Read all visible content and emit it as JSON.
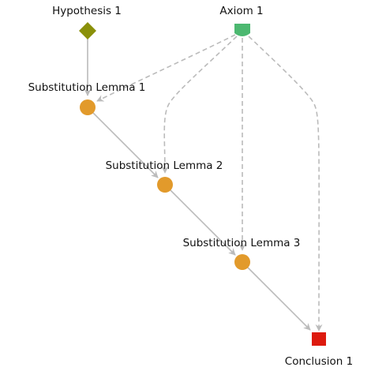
{
  "nodes": {
    "hypothesis_1": {
      "label": "Hypothesis 1",
      "shape": "diamond",
      "color": "#8a9009"
    },
    "axiom_1": {
      "label": "Axiom 1",
      "shape": "shield",
      "color": "#4cb870"
    },
    "lemma_1": {
      "label": "Substitution Lemma 1",
      "shape": "circle",
      "color": "#e29a2b"
    },
    "lemma_2": {
      "label": "Substitution Lemma 2",
      "shape": "circle",
      "color": "#e29a2b"
    },
    "lemma_3": {
      "label": "Substitution Lemma 3",
      "shape": "circle",
      "color": "#e29a2b"
    },
    "conclusion_1": {
      "label": "Conclusion 1",
      "shape": "square",
      "color": "#dd1a0e"
    }
  },
  "edges": [
    {
      "from": "hypothesis_1",
      "to": "lemma_1",
      "style": "solid"
    },
    {
      "from": "axiom_1",
      "to": "lemma_1",
      "style": "dashed"
    },
    {
      "from": "axiom_1",
      "to": "lemma_2",
      "style": "dashed"
    },
    {
      "from": "axiom_1",
      "to": "lemma_3",
      "style": "dashed"
    },
    {
      "from": "axiom_1",
      "to": "conclusion_1",
      "style": "dashed"
    },
    {
      "from": "lemma_1",
      "to": "lemma_2",
      "style": "solid"
    },
    {
      "from": "lemma_2",
      "to": "lemma_3",
      "style": "solid"
    },
    {
      "from": "lemma_3",
      "to": "conclusion_1",
      "style": "solid"
    }
  ],
  "edge_color": "#bbbbbb"
}
